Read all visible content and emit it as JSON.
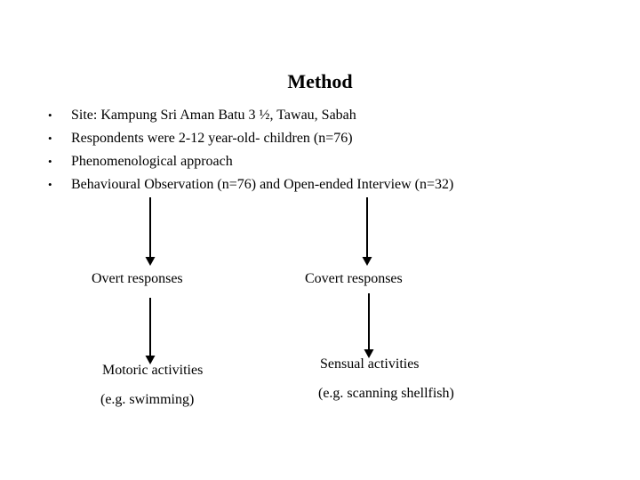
{
  "slide": {
    "title": "Method",
    "bullet_char": "•",
    "bullets": [
      "Site: Kampung Sri Aman Batu 3 ½, Tawau, Sabah",
      "Respondents were 2-12 year-old- children (n=76)",
      "Phenomenological approach",
      "Behavioural Observation (n=76) and Open-ended Interview (n=32)"
    ],
    "flow": {
      "left_branch": {
        "level1": "Overt responses",
        "level2": "Motoric activities",
        "example": "(e.g. swimming)"
      },
      "right_branch": {
        "level1": "Covert responses",
        "level2": "Sensual activities",
        "example": "(e.g. scanning shellfish)"
      }
    },
    "colors": {
      "background": "#ffffff",
      "text": "#000000",
      "arrow": "#000000"
    }
  }
}
